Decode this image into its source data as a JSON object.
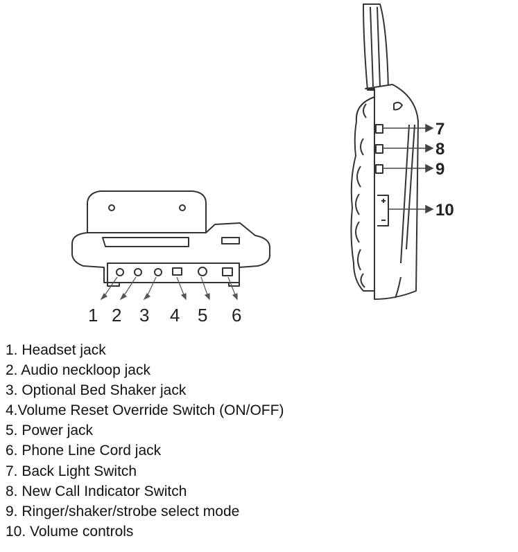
{
  "callouts": {
    "back": [
      "1",
      "2",
      "3",
      "4",
      "5",
      "6"
    ],
    "side": [
      "7",
      "8",
      "9",
      "10"
    ]
  },
  "legend": [
    "1. Headset jack",
    "2. Audio neckloop jack",
    "3. Optional Bed Shaker jack",
    "4.Volume Reset Override Switch (ON/OFF)",
    "5. Power jack",
    "6. Phone Line Cord jack",
    "7. Back Light Switch",
    "8. New Call Indicator Switch",
    "9. Ringer/shaker/strobe select mode",
    "10. Volume controls"
  ],
  "icons": {
    "back_view": "phone-back-view-illustration",
    "side_view": "phone-side-view-illustration"
  }
}
